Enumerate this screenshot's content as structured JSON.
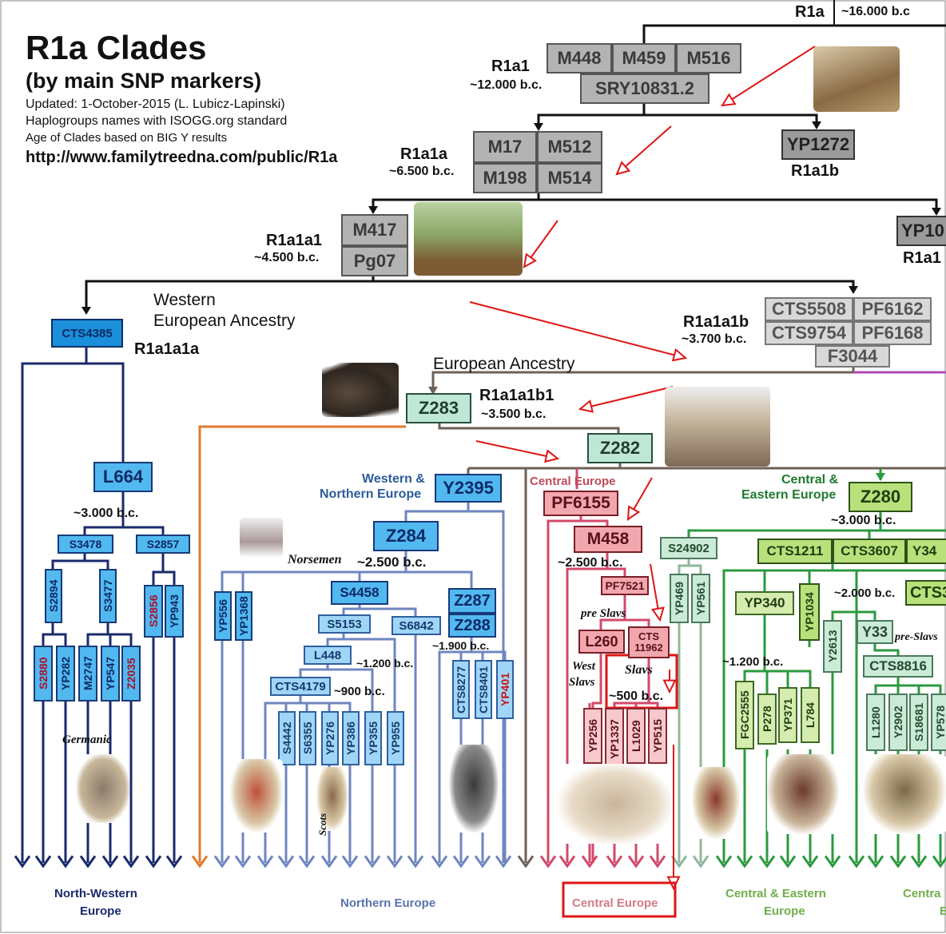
{
  "header": {
    "title": "R1a Clades",
    "subtitle": "(by main SNP markers)",
    "updated": "Updated: 1-October-2015 (L. Lubicz-Lapinski)",
    "names_note": "Haplogroups names with ISOGG.org standard",
    "age_note": "Age of Clades based on BIG Y results",
    "url": "http://www.familytreedna.com/public/R1a"
  },
  "root": {
    "name": "R1a",
    "age": "~16.000 b.c"
  },
  "r1a1": {
    "name": "R1a1",
    "age": "~12.000 b.c.",
    "snps": [
      "M448",
      "M459",
      "M516",
      "SRY10831.2"
    ]
  },
  "r1a1a": {
    "name": "R1a1a",
    "age": "~6.500 b.c.",
    "snps": [
      "M17",
      "M512",
      "M198",
      "M514"
    ]
  },
  "r1a1b": {
    "name": "R1a1b",
    "snp": "YP1272"
  },
  "r1a1a1": {
    "name": "R1a1a1",
    "age": "~4.500 b.c.",
    "snps": [
      "M417",
      "Pg07"
    ]
  },
  "right_branch": {
    "snp": "YP10",
    "name": "R1a1"
  },
  "western": {
    "label_1": "Western",
    "label_2": "European Ancestry",
    "snp": "CTS4385",
    "name": "R1a1a1a"
  },
  "r1a1a1b": {
    "name": "R1a1a1b",
    "age": "~3.700 b.c.",
    "snps": [
      "CTS5508",
      "PF6162",
      "CTS9754",
      "PF6168",
      "F3044"
    ]
  },
  "european_ancestry": "European Ancestry",
  "z283": {
    "snp": "Z283",
    "name": "R1a1a1b1",
    "age": "~3.500 b.c."
  },
  "z282": {
    "snp": "Z282"
  },
  "l664": {
    "snp": "L664",
    "age": "~3.000 b.c.",
    "sub": [
      "S3478",
      "S2857"
    ],
    "sub2": [
      "S2894",
      "S3477"
    ],
    "leaves": [
      "S2880",
      "YP282",
      "M2747",
      "YP547",
      "Z2035",
      "S2856",
      "YP943"
    ]
  },
  "y2395": {
    "label_1": "Western &",
    "label_2": "Northern Europe",
    "snp": "Y2395"
  },
  "z284": {
    "snp": "Z284",
    "age": "~2.500 b.c.",
    "norsemen": "Norsemen",
    "yp556": "YP556",
    "yp1368": "YP1368"
  },
  "s4458": {
    "snp": "S4458",
    "s5153": "S5153",
    "s6842": "S6842",
    "l448": "L448",
    "l448_age": "~1.200 b.c.",
    "cts4179": "CTS4179",
    "cts4179_age": "~900 b.c.",
    "leaves": [
      "S4442",
      "S6355",
      "YP276",
      "YP386",
      "YP355",
      "YP955"
    ]
  },
  "z287": {
    "snps": [
      "Z287",
      "Z288"
    ],
    "age": "~1.900 b.c.",
    "leaves": [
      "CTS8277",
      "CTS8401",
      "YP401"
    ]
  },
  "central": {
    "label": "Central Europe",
    "pf6155": "PF6155",
    "m458": "M458",
    "age": "~2.500 b.c.",
    "pf7521": "PF7521",
    "pre_slavs": "pre  Slavs",
    "l260": "L260",
    "cts11962_1": "CTS",
    "cts11962_2": "11962",
    "west_1": "West",
    "west_2": "Slavs",
    "slavs": "Slavs",
    "slavs_age": "~500  b.c.",
    "leaves": [
      "YP256",
      "YP1337",
      "L1029",
      "YP515"
    ]
  },
  "z280": {
    "label_1": "Central &",
    "label_2": "Eastern Europe",
    "snp": "Z280",
    "age": "~3.000 b.c.",
    "s24902": "S24902",
    "yp469": "YP469",
    "yp561": "YP561",
    "cts1211": "CTS1211",
    "cts3607": "CTS3607",
    "y34": "Y34",
    "yp340": "YP340",
    "yp1034": "YP1034",
    "age2": "~2.000 b.c.",
    "cts3": "CTS3",
    "y2613": "Y2613",
    "y33": "Y33",
    "pre_slavs": "pre-Slavs",
    "age3": "~1.200 b.c.",
    "cts8816": "CTS8816",
    "leaves1": [
      "FGC2555",
      "P278",
      "YP371",
      "L784"
    ],
    "leaves2": [
      "L1280",
      "Y2902",
      "S18681",
      "YP578"
    ]
  },
  "notes": {
    "germanic": "Germanic",
    "scots": "Scots"
  },
  "regions": {
    "nw_1": "North-Western",
    "nw_2": "Europe",
    "northern": "Northern Europe",
    "central": "Central Europe",
    "ce_1": "Central & Eastern",
    "ce_2": "Europe",
    "ce_partial_1": "Centra",
    "ce_partial_2": "E"
  },
  "colors": {
    "western": "#1b2a6b",
    "northern": "#6f86bf",
    "central": "#d24a6a",
    "eastern": "#2b9a3e",
    "annotation": "#e01414",
    "european": "#6e6157",
    "orange": "#e07a2e"
  }
}
